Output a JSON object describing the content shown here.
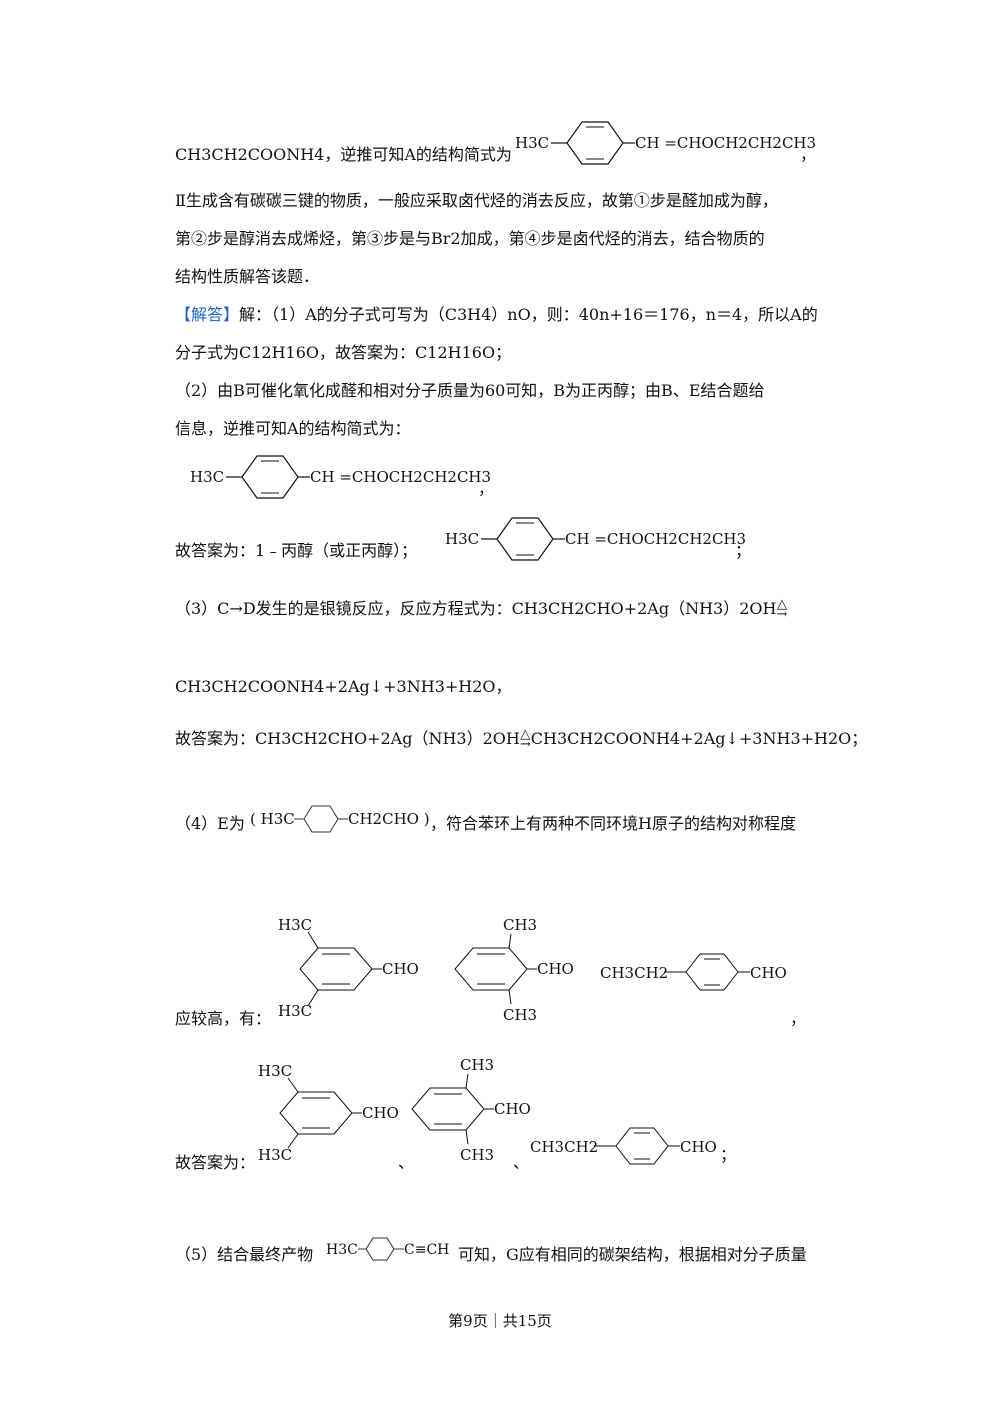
{
  "lines": {
    "l1": "CH3CH2COONH4，逆推可知A的结构简式为",
    "l1_end": "，",
    "l2": "Ⅱ生成含有碳碳三键的物质，一般应采取卤代烃的消去反应，故第①步是醛加成为醇，",
    "l3": "第②步是醇消去成烯烃，第③步是与Br2加成，第④步是卤代烃的消去，结合物质的",
    "l4": "结构性质解答该题．",
    "l5_tag": "【解答】",
    "l5": "解：（1）A的分子式可写为（C3H4）nO，则：40n+16＝176，n＝4，所以A的",
    "l6": "分子式为C12H16O，故答案为：C12H16O；",
    "l7": "（2）由B可催化氧化成醛和相对分子质量为60可知，B为正丙醇；由B、E结合题给",
    "l8": "信息，逆推可知A的结构简式为：",
    "l9_end": "，",
    "l10": "故答案为：1﹣丙醇（或正丙醇）；",
    "l10_end": "；",
    "l11": "（3）C→D发生的是银镜反应，反应方程式为：CH3CH2CHO+2Ag（NH3）2OH",
    "l12": "CH3CH2COONH4+2Ag↓+3NH3+H2O，",
    "l13": "故答案为：CH3CH2CHO+2Ag（NH3）2OH",
    "l13b": "CH3CH2COONH4+2Ag↓+3NH3+H2O；",
    "l14": "（4）E为",
    "l14b": "，符合苯环上有两种不同环境H原子的结构对称程度",
    "l15": "应较高，有：",
    "l15_end": "，",
    "l16": "故答案为：",
    "sep": "、",
    "l16_end": "；",
    "l17": "（5）结合最终产物",
    "l17b": "可知，G应有相同的碳架结构，根据相对分子质量"
  },
  "arrow": {
    "heat": "△",
    "right": "→"
  },
  "mol": {
    "h3c": "H3C",
    "ch3": "CH3",
    "cho": "CHO",
    "chain": "CH =CHOCH2CH2CH3",
    "e_left": "( H3C",
    "e_right": "CH2CHO )",
    "ethyl": "CH3CH2",
    "alkyne": "C≡CH"
  },
  "footer": "第9页｜共15页"
}
